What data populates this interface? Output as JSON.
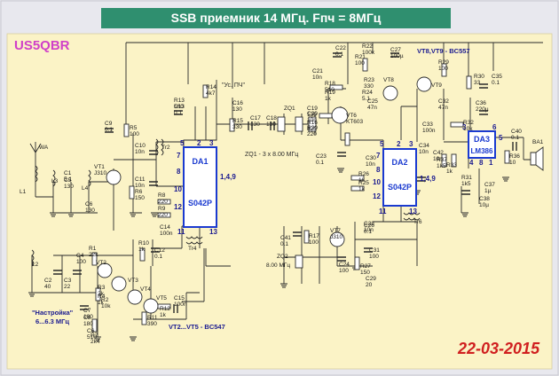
{
  "title": "SSB приемник 14 МГц. Fпч = 8МГц",
  "callsign": "US5QBR",
  "date": "22-03-2015",
  "notes": {
    "vt8_vt9": "VT8,VT9 - BC557",
    "vt2_vt5": "VT2...VT5 - BC547",
    "crystal_filter": "ZQ1 - 3 x 8.00 МГц",
    "if_gain": "\"Ус. ПЧ\"",
    "tuning": "\"Настройка\"",
    "tuning_range": "6...6.3 МГц",
    "zq2_label": "ZQ2",
    "zq2_freq": "8.00 МГц"
  },
  "chips": [
    {
      "id": "da1",
      "name": "DA1",
      "type": "S042P",
      "pins": {
        "tl": "5",
        "tm": "2",
        "tr": "3",
        "rt": "1,4,9",
        "l1": "7",
        "l2": "8",
        "l3": "10",
        "l4": "12",
        "bl": "11",
        "br": "13"
      }
    },
    {
      "id": "da2",
      "name": "DA2",
      "type": "S042P",
      "pins": {
        "tl": "5",
        "tm": "2",
        "tr": "3",
        "rt": "1,4,9",
        "l1": "7",
        "l2": "8",
        "l3": "10",
        "l4": "12",
        "bl": "11",
        "br": "13"
      }
    },
    {
      "id": "da3",
      "name": "DA3",
      "type": "LM386",
      "pins": {
        "tl": "3",
        "tr": "6",
        "r": "5",
        "bl": "4",
        "bm": "8",
        "br": "1"
      }
    }
  ],
  "components": [
    {
      "ref": "WA",
      "value": ""
    },
    {
      "ref": "L1",
      "value": ""
    },
    {
      "ref": "L3",
      "value": ""
    },
    {
      "ref": "C1",
      "value": "5.1"
    },
    {
      "ref": "C5",
      "value": "130"
    },
    {
      "ref": "L4",
      "value": ""
    },
    {
      "ref": "C6",
      "value": "130"
    },
    {
      "ref": "VT1",
      "value": "J310"
    },
    {
      "ref": "C9",
      "value": "0.1"
    },
    {
      "ref": "R5",
      "value": "100"
    },
    {
      "ref": "C10",
      "value": "10n"
    },
    {
      "ref": "Tr2",
      "value": ""
    },
    {
      "ref": "C11",
      "value": "10n"
    },
    {
      "ref": "R6",
      "value": "150"
    },
    {
      "ref": "R8",
      "value": "220"
    },
    {
      "ref": "R9",
      "value": "220"
    },
    {
      "ref": "C14",
      "value": "100n"
    },
    {
      "ref": "R13",
      "value": "560"
    },
    {
      "ref": "C13",
      "value": "0.1"
    },
    {
      "ref": "R14",
      "value": "4k7"
    },
    {
      "ref": "R15",
      "value": "330"
    },
    {
      "ref": "C16",
      "value": "130"
    },
    {
      "ref": "C17",
      "value": "130"
    },
    {
      "ref": "C18",
      "value": "130"
    },
    {
      "ref": "ZQ1",
      "value": ""
    },
    {
      "ref": "C19",
      "value": "130"
    },
    {
      "ref": "C20",
      "value": "10n"
    },
    {
      "ref": "R16",
      "value": "820"
    },
    {
      "ref": "R20",
      "value": "220"
    },
    {
      "ref": "C21",
      "value": "10n"
    },
    {
      "ref": "C22",
      "value": "0.1"
    },
    {
      "ref": "R18",
      "value": "510"
    },
    {
      "ref": "R19",
      "value": "1k"
    },
    {
      "ref": "VT6",
      "value": "KT603"
    },
    {
      "ref": "R21",
      "value": "100"
    },
    {
      "ref": "C27",
      "value": "100µ"
    },
    {
      "ref": "R22",
      "value": "100k"
    },
    {
      "ref": "R23",
      "value": "330"
    },
    {
      "ref": "R24",
      "value": "5.1"
    },
    {
      "ref": "C25",
      "value": "47n"
    },
    {
      "ref": "VT8",
      "value": ""
    },
    {
      "ref": "VT9",
      "value": ""
    },
    {
      "ref": "C32",
      "value": "47n"
    },
    {
      "ref": "R29",
      "value": "100"
    },
    {
      "ref": "R30",
      "value": "33"
    },
    {
      "ref": "C35",
      "value": "0.1"
    },
    {
      "ref": "C36",
      "value": "220µ"
    },
    {
      "ref": "C23",
      "value": "0.1"
    },
    {
      "ref": "C30",
      "value": "10n"
    },
    {
      "ref": "R26",
      "value": "1k"
    },
    {
      "ref": "R25",
      "value": "1k"
    },
    {
      "ref": "C33",
      "value": "100n"
    },
    {
      "ref": "C34",
      "value": "10n"
    },
    {
      "ref": "R32",
      "value": "10k"
    },
    {
      "ref": "R37",
      "value": "1k5"
    },
    {
      "ref": "R33",
      "value": "1k"
    },
    {
      "ref": "C42",
      "value": "10n"
    },
    {
      "ref": "R31",
      "value": "1k5"
    },
    {
      "ref": "C38",
      "value": "10µ"
    },
    {
      "ref": "C37",
      "value": "1µ"
    },
    {
      "ref": "C40",
      "value": "0.1"
    },
    {
      "ref": "R36",
      "value": "10"
    },
    {
      "ref": "BA1",
      "value": ""
    },
    {
      "ref": "C41",
      "value": "0.1"
    },
    {
      "ref": "Tr6",
      "value": ""
    },
    {
      "ref": "C28",
      "value": "10n"
    },
    {
      "ref": "R17",
      "value": "100"
    },
    {
      "ref": "VT7",
      "value": "J310"
    },
    {
      "ref": "C26",
      "value": "0.1"
    },
    {
      "ref": "C24",
      "value": "100"
    },
    {
      "ref": "C31",
      "value": "100"
    },
    {
      "ref": "R27",
      "value": "150"
    },
    {
      "ref": "C29",
      "value": "20"
    },
    {
      "ref": "L2",
      "value": ""
    },
    {
      "ref": "C2",
      "value": "40"
    },
    {
      "ref": "C3",
      "value": "22"
    },
    {
      "ref": "C4",
      "value": "100"
    },
    {
      "ref": "R1",
      "value": "22k"
    },
    {
      "ref": "VT2",
      "value": ""
    },
    {
      "ref": "R3",
      "value": "2k"
    },
    {
      "ref": "C7",
      "value": "180"
    },
    {
      "ref": "R2",
      "value": "10k"
    },
    {
      "ref": "VT3",
      "value": ""
    },
    {
      "ref": "R4",
      "value": "1k"
    },
    {
      "ref": "C8",
      "value": "180"
    },
    {
      "ref": "VT4",
      "value": ""
    },
    {
      "ref": "R7",
      "value": "2k4"
    },
    {
      "ref": "R10",
      "value": "1k"
    },
    {
      "ref": "C12",
      "value": "0.1"
    },
    {
      "ref": "Tr4",
      "value": ""
    },
    {
      "ref": "VT5",
      "value": ""
    },
    {
      "ref": "R11",
      "value": "390"
    },
    {
      "ref": "R12",
      "value": "1k"
    },
    {
      "ref": "C15",
      "value": "100n"
    },
    {
      "ref": "C6b",
      "value": "510"
    }
  ]
}
